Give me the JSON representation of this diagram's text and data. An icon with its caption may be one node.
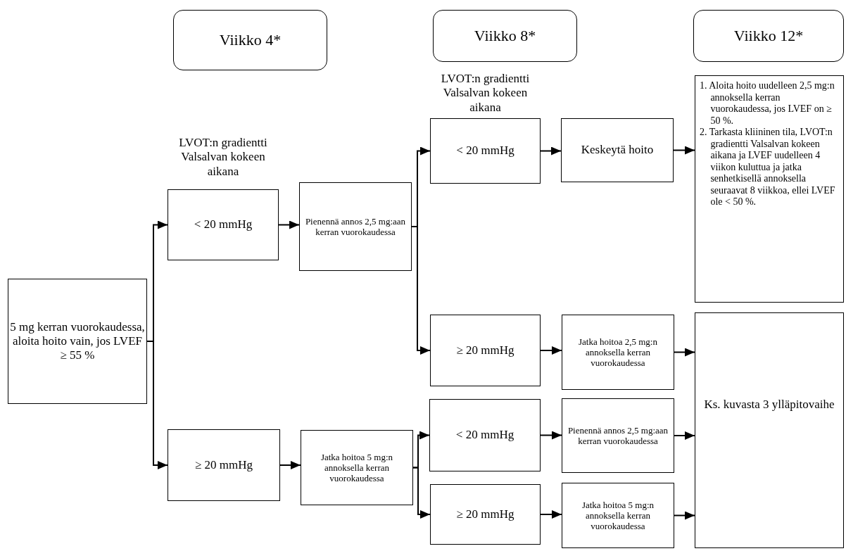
{
  "diagram": {
    "nodes": [
      {
        "text": [
          "Viikko 4*"
        ]
      },
      {
        "text": [
          "Viikko 8*"
        ]
      },
      {
        "text": [
          "Viikko 12*"
        ]
      },
      {
        "text": [
          "5 mg kerran vuorokaudessa, aloita hoito vain, jos LVEF ≥ 55 %"
        ]
      },
      {
        "text": [
          "< 20 mmHg"
        ],
        "beside": [
          "LVOT:n gradientti Valsalvan kokeen aikana"
        ]
      },
      {
        "text": [
          "Pienennä annos 2,5 mg:aan kerran vuorokaudessa"
        ]
      },
      {
        "text": [
          "≥ 20 mmHg"
        ]
      },
      {
        "text": [
          "Jatka hoitoa 5 mg:n annoksella kerran vuorokaudessa"
        ]
      },
      {
        "text": [
          "< 20 mmHg"
        ],
        "beside": [
          "LVOT:n gradientti Valsalvan kokeen aikana"
        ]
      },
      {
        "text": [
          "Keskeytä hoito"
        ]
      },
      {
        "text": [
          "1. Aloita hoito uudelleen 2,5 mg:n annoksella kerran vuorokaudessa, jos LVEF on ≥ 50 %.",
          "2. Tarkasta kliininen tila, LVOT:n gradientti Valsalvan kokeen aikana ja LVEF uudelleen 4 viikon kuluttua ja jatka senhetkisellä annoksella seuraavat 8 viikkoa, ellei LVEF ole < 50 %."
        ]
      },
      {
        "text": [
          "≥ 20 mmHg"
        ]
      },
      {
        "text": [
          "Jatka hoitoa 2,5 mg:n annoksella kerran vuorokaudessa"
        ]
      },
      {
        "text": [
          "< 20 mmHg"
        ]
      },
      {
        "text": [
          "Pienennä annos 2,5 mg:aan kerran vuorokaudessa"
        ]
      },
      {
        "text": [
          "≥ 20 mmHg"
        ]
      },
      {
        "text": [
          "Jatka hoitoa 5 mg:n annoksella kerran vuorokaudessa"
        ]
      },
      {
        "text": [
          "Ks. kuvasta 3 ylläpitovaihe"
        ]
      }
    ],
    "edges": [
      {
        "from": 3,
        "to": 4,
        "arrow": "to"
      },
      {
        "from": 3,
        "to": 6,
        "arrow": "to"
      },
      {
        "from": 4,
        "to": 5,
        "arrow": "to"
      },
      {
        "from": 6,
        "to": 7,
        "arrow": "to"
      },
      {
        "from": 5,
        "to": 8,
        "arrow": "to"
      },
      {
        "from": 5,
        "to": 11,
        "arrow": "to"
      },
      {
        "from": 7,
        "to": 13,
        "arrow": "to"
      },
      {
        "from": 7,
        "to": 15,
        "arrow": "to"
      },
      {
        "from": 8,
        "to": 9,
        "arrow": "to"
      },
      {
        "from": 9,
        "to": 10,
        "arrow": "to"
      },
      {
        "from": 11,
        "to": 12,
        "arrow": "to"
      },
      {
        "from": 13,
        "to": 14,
        "arrow": "to"
      },
      {
        "from": 15,
        "to": 16,
        "arrow": "to"
      },
      {
        "from": 12,
        "to": 17,
        "arrow": "to"
      },
      {
        "from": 14,
        "to": 17,
        "arrow": "to"
      },
      {
        "from": 16,
        "to": 17,
        "arrow": "to"
      }
    ]
  }
}
